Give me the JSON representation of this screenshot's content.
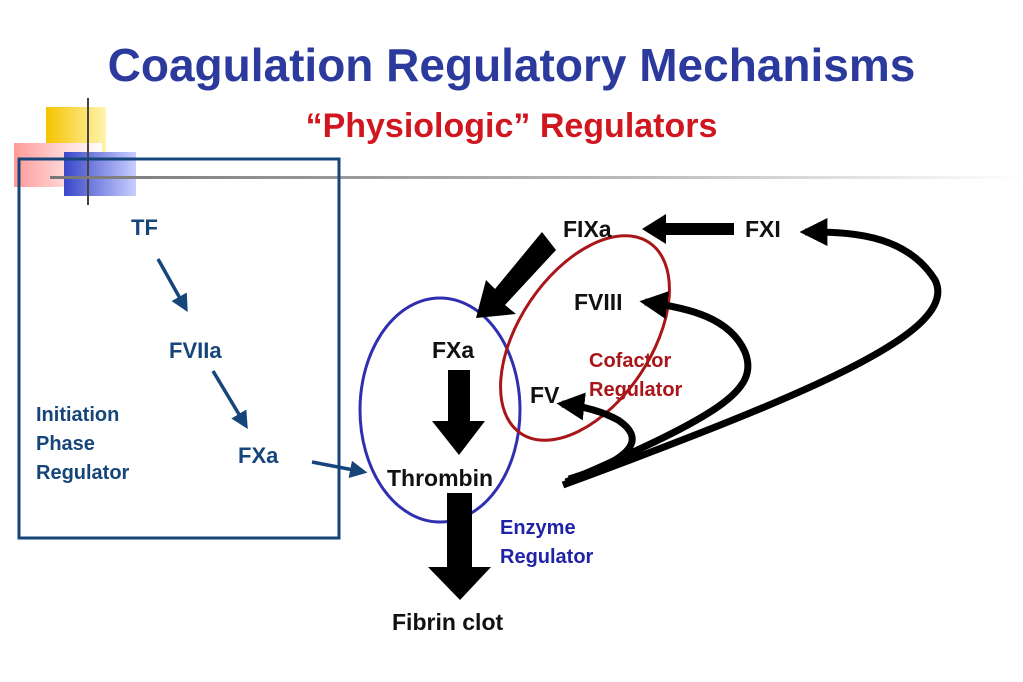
{
  "title": "Coagulation Regulatory Mechanisms",
  "subtitle": "“Physiologic” Regulators",
  "initiation_box": {
    "nodes": {
      "tf": "TF",
      "fviia": "FVIIa",
      "fxa": "FXa"
    },
    "label_lines": [
      "Initiation",
      "Phase",
      "Regulator"
    ]
  },
  "nodes": {
    "fixa": "FIXa",
    "fxi": "FXI",
    "fviii": "FVIII",
    "fxa": "FXa",
    "fv": "FV",
    "thrombin": "Thrombin",
    "fibrin_clot": "Fibrin clot"
  },
  "regulators": {
    "cofactor_lines": [
      "Cofactor",
      "Regulator"
    ],
    "enzyme_lines": [
      "Enzyme",
      "Regulator"
    ]
  },
  "colors": {
    "title": "#2b3a9c",
    "subtitle": "#d0161f",
    "box_border": "#16457a",
    "cofactor_ellipse": "#a8161a",
    "enzyme_ellipse": "#2e30b0",
    "arrows": "#000000"
  }
}
